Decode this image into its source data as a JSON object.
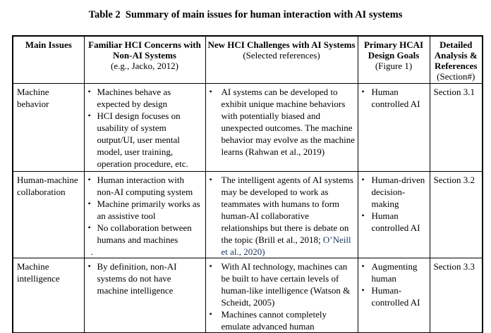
{
  "title": "Table 2  Summary of main issues for human interaction with AI systems",
  "accent_color": "#17365D",
  "table": {
    "columns": [
      {
        "title": "Main Issues",
        "sub": ""
      },
      {
        "title": "Familiar HCI Concerns with Non-AI Systems",
        "sub": "(e.g., Jacko, 2012)"
      },
      {
        "title": "New HCI Challenges with AI Systems",
        "sub": "(Selected references)"
      },
      {
        "title": "Primary HCAI Design Goals",
        "sub": "(Figure 1)"
      },
      {
        "title": "Detailed Analysis & References",
        "sub": "(Section#)"
      }
    ],
    "rows": [
      {
        "issue": "Machine behavior",
        "hci_concerns": [
          "Machines behave as expected by design",
          "HCI design focuses on usability of system output/UI, user mental model, user training, operation procedure, etc."
        ],
        "ai_challenges": [
          "AI systems can be developed to exhibit unique machine behaviors with potentially biased and unexpected outcomes. The machine behavior may evolve as the machine learns (Rahwan et al., 2019)"
        ],
        "design_goals": [
          "Human controlled AI"
        ],
        "section": "Section 3.1"
      },
      {
        "issue": "Human-machine collaboration",
        "hci_concerns": [
          "Human interaction with non-AI computing system",
          "Machine primarily works as an assistive tool",
          "No collaboration between humans and machines"
        ],
        "footnote": ".",
        "ai_challenges": [
          {
            "segments": [
              {
                "text": "The intelligent agents of AI systems may be developed to work as teammates with humans to form human-AI collaborative relationships but there is debate on the topic (Brill et al., 2018; "
              },
              {
                "text": "O’Neill et al., 2020)",
                "color": "#17365D"
              }
            ]
          }
        ],
        "design_goals": [
          "Human-driven decision-making",
          "Human controlled AI"
        ],
        "section": "Section 3.2"
      },
      {
        "issue": "Machine intelligence",
        "hci_concerns": [
          "By definition, non-AI systems do not have machine intelligence"
        ],
        "ai_challenges": [
          "With AI technology, machines can be built to have certain levels of human-like intelligence (Watson & Scheidt, 2005)",
          "Machines cannot completely emulate advanced human"
        ],
        "design_goals": [
          "Augmenting human",
          "Human-controlled AI"
        ],
        "section": "Section 3.3"
      }
    ]
  }
}
